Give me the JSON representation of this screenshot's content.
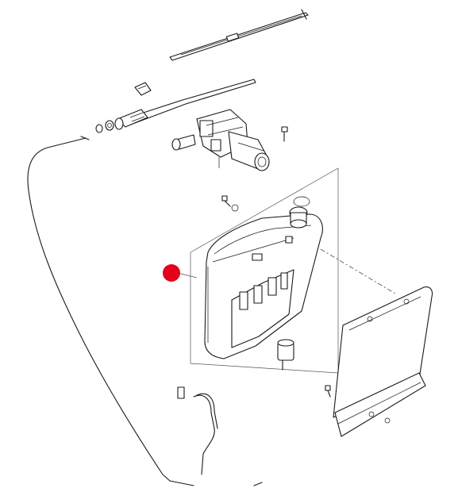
{
  "diagram": {
    "kind": "exploded-parts-view",
    "parts": [
      "wiper-blade",
      "wiper-arm-cap",
      "wiper-arm",
      "hose-connector",
      "nut",
      "wiper-motor",
      "screw",
      "washer-reservoir",
      "reservoir-cap-gasket",
      "pump",
      "hose-line",
      "reservoir-bracket-plate",
      "plate-screw"
    ],
    "highlight": {
      "color": "#e3001b",
      "marks": "washer-reservoir"
    },
    "colors": {
      "line": "#1a1a1a",
      "background": "#ffffff"
    }
  }
}
